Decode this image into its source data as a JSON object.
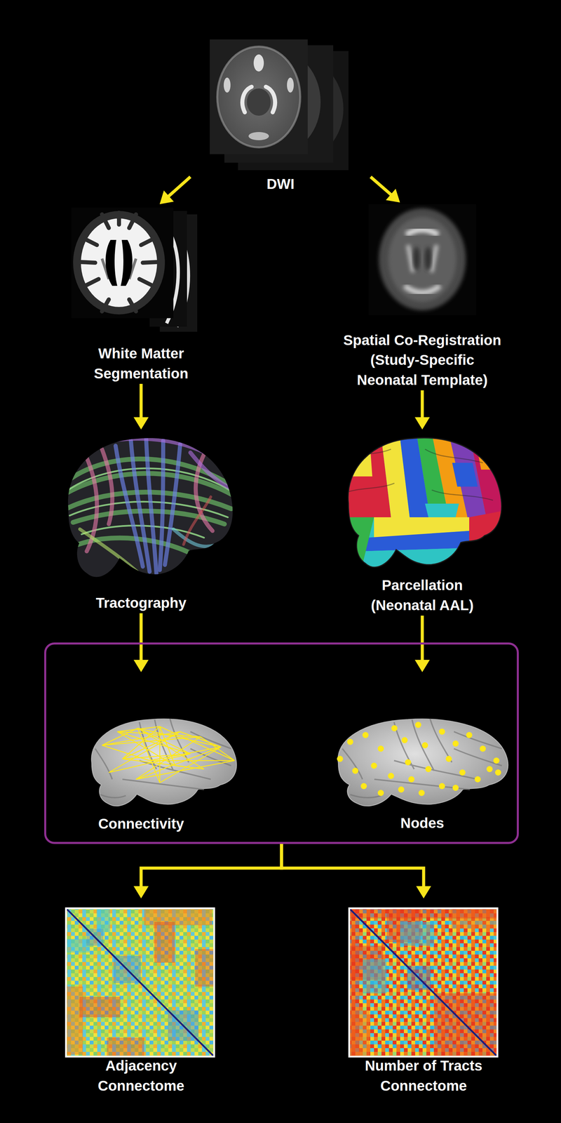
{
  "diagram": {
    "nodes": [
      {
        "text": [
          "DWI"
        ]
      },
      {
        "text": [
          "White Matter Segmentation"
        ]
      },
      {
        "text": [
          "Spatial Co-Registration (Study-Specific Neonatal Template)"
        ]
      },
      {
        "text": [
          "Tractography"
        ]
      },
      {
        "text": [
          "Parcellation (Neonatal AAL)"
        ]
      },
      {
        "text": []
      },
      {
        "text": [
          "Connectivity"
        ],
        "in": 5
      },
      {
        "text": [
          "Nodes"
        ],
        "in": 5
      },
      {
        "text": [
          "Adjacency Connectome"
        ]
      },
      {
        "text": [
          "Number of Tracts Connectome"
        ]
      }
    ],
    "edges": [
      {
        "from": 0,
        "to": 1,
        "arrow": "to"
      },
      {
        "from": 0,
        "to": 2,
        "arrow": "to"
      },
      {
        "from": 1,
        "to": 3,
        "arrow": "to"
      },
      {
        "from": 2,
        "to": 4,
        "arrow": "to"
      },
      {
        "from": 3,
        "to": 6,
        "arrow": "to"
      },
      {
        "from": 4,
        "to": 7,
        "arrow": "to"
      },
      {
        "from": 5,
        "to": 8,
        "arrow": "to"
      },
      {
        "from": 5,
        "to": 9,
        "arrow": "to"
      }
    ]
  }
}
